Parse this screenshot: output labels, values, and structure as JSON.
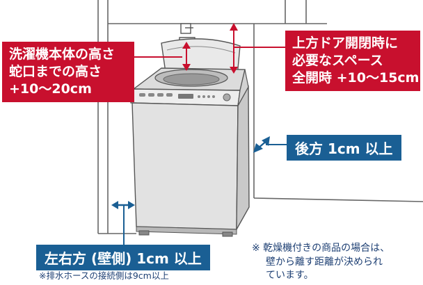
{
  "height_callout": {
    "lines": [
      "洗濯機本体の高さ",
      "蛇口までの高さ",
      "+10〜20cm"
    ]
  },
  "door_callout": {
    "lines": [
      "上方ドア開閉時に",
      "必要なスペース",
      "全開時 +10〜15cm"
    ]
  },
  "rear_callout": {
    "label": "後方 1cm 以上"
  },
  "side_callout": {
    "label": "左右方 (壁側) 1cm 以上"
  },
  "side_note": {
    "text": "※排水ホースの接続側は9cm以上"
  },
  "dryer_note": {
    "lines": [
      "※ 乾燥機付きの商品の場合は、",
      "壁から離す距離が決められ",
      "ています。"
    ]
  },
  "colors": {
    "red": "#c8102e",
    "blue": "#1a5f94",
    "note_text": "#1d3f73",
    "line": "#555555"
  }
}
